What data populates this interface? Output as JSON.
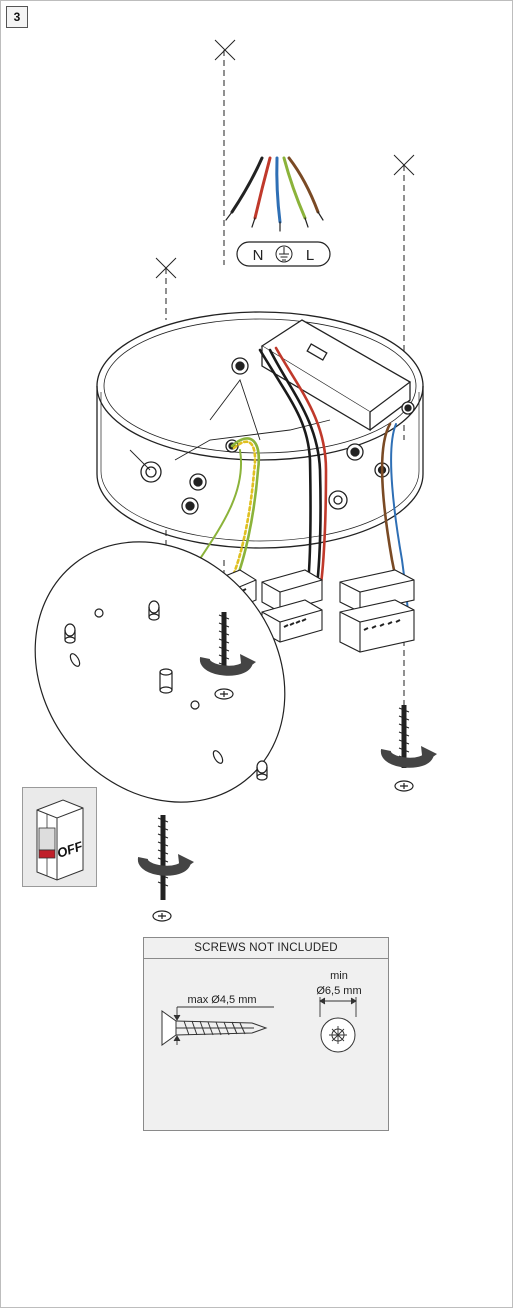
{
  "step_number": "3",
  "terminal_labels": {
    "neutral": "N",
    "earth_icon": "earth-ground-icon",
    "live": "L"
  },
  "breaker": {
    "state_label": "OFF",
    "icon": "circuit-breaker-icon"
  },
  "screw_spec": {
    "title": "SCREWS  NOT INCLUDED",
    "max_diameter": "max Ø4,5 mm",
    "min_label": "min",
    "min_diameter": "Ø6,5 mm",
    "icons": [
      "wood-screw-icon",
      "wall-plug-icon"
    ]
  },
  "colors": {
    "live_wire": "#c0392b",
    "neutral_wire": "#2e6fb5",
    "earth_wire": "#8bb33a",
    "brown_wire": "#7a4a24",
    "black_wire": "#1a1a1a",
    "breaker_accent": "#c0202a"
  }
}
